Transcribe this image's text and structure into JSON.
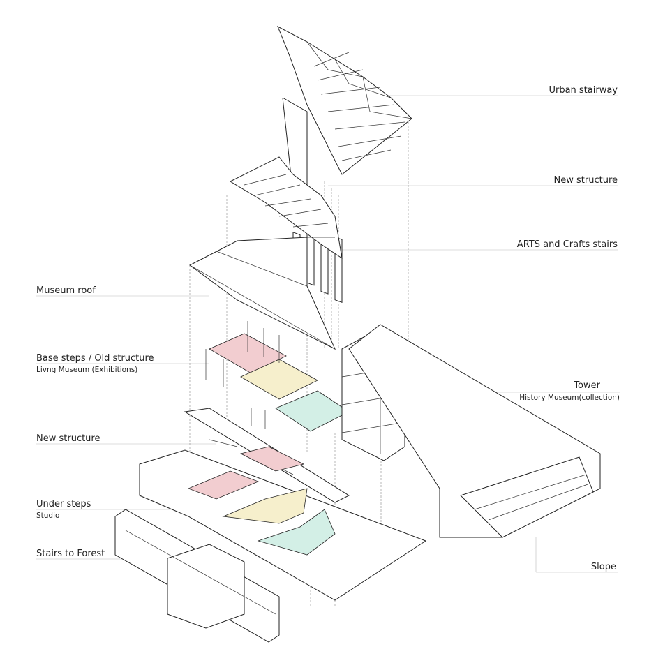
{
  "labels": {
    "urban_stairway": "Urban stairway",
    "new_structure_top": "New structure",
    "arts_crafts_stairs": "ARTS and Crafts stairs",
    "museum_roof": "Museum roof",
    "base_steps": "Base steps / Old structure",
    "base_steps_sub": "Livng Museum (Exhibitions)",
    "tower": "Tower",
    "tower_sub": "History Museum(collection)",
    "new_structure_mid": "New structure",
    "under_steps": "Under steps",
    "under_steps_sub": "Studio",
    "stairs_to_forest": "Stairs to Forest",
    "slope": "Slope"
  },
  "colors": {
    "pink": "#f2cdd0",
    "yellow": "#f6efcc",
    "mint": "#d3efe6",
    "line": "#222222",
    "leader": "#bbbbbb"
  }
}
